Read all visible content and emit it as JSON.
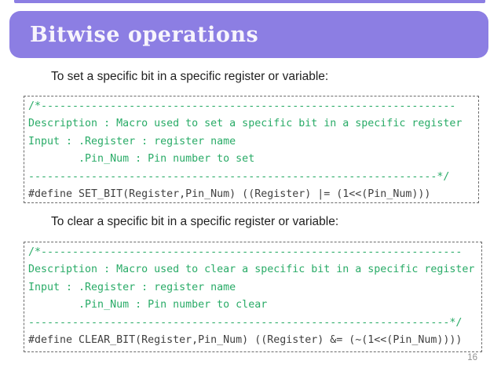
{
  "slide": {
    "title": "Bitwise operations",
    "page_number": "16",
    "colors": {
      "header_bg": "#8c7ee3",
      "header_text": "#f7f4fc",
      "comment_green": "#29ab67",
      "code_gray": "#404040",
      "box_border": "#6b6b6b",
      "label_text": "#1f1f1f",
      "page_number_gray": "#909090"
    },
    "sections": [
      {
        "label": "To set a specific bit in a specific register or variable:",
        "code_lines": [
          "/*------------------------------------------------------------------",
          "Description : Macro used to set a specific bit in a specific register",
          "Input : .Register : register name",
          "        .Pin_Num : Pin number to set",
          "-----------------------------------------------------------------*/",
          "#define SET_BIT(Register,Pin_Num) ((Register) |= (1<<(Pin_Num)))"
        ]
      },
      {
        "label": "To clear a specific bit in a specific register or variable:",
        "code_lines": [
          "/*-------------------------------------------------------------------",
          "Description : Macro used to clear a specific bit in a specific register",
          "Input : .Register : register name",
          "        .Pin_Num : Pin number to clear",
          "-------------------------------------------------------------------*/",
          "#define CLEAR_BIT(Register,Pin_Num) ((Register) &= (~(1<<(Pin_Num))))"
        ]
      }
    ]
  }
}
